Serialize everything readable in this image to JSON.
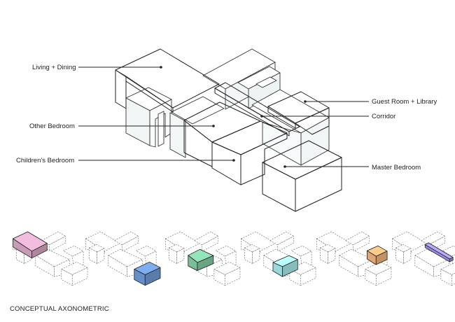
{
  "labels": {
    "living_dining": "Living + Dining",
    "other_bedroom": "Other Bedroom",
    "childrens_bedroom": "Children's Bedroom",
    "guest_room_library": "Guest Room + Library",
    "corridor": "Corridor",
    "master_bedroom": "Master Bedroom"
  },
  "caption": "CONCEPTUAL AXONOMETRIC",
  "colors": {
    "living_dining": "#e8c5dc",
    "other_bedroom": "#c6ead6",
    "childrens_bedroom": "#d4f3f3",
    "guest_room_library": "#f6d0a6",
    "corridor": "#ddc2f3",
    "master_bedroom": "#9bbad9"
  },
  "thumbnails": [
    {
      "highlight": "living_dining",
      "color": "#d9a9c6"
    },
    {
      "highlight": "master_bedroom",
      "color": "#6f9bd6"
    },
    {
      "highlight": "other_bedroom",
      "color": "#86cca6"
    },
    {
      "highlight": "childrens_bedroom",
      "color": "#a8ebe9"
    },
    {
      "highlight": "guest_room_library",
      "color": "#f0b77d"
    },
    {
      "highlight": "corridor",
      "color": "#a998f2"
    }
  ]
}
